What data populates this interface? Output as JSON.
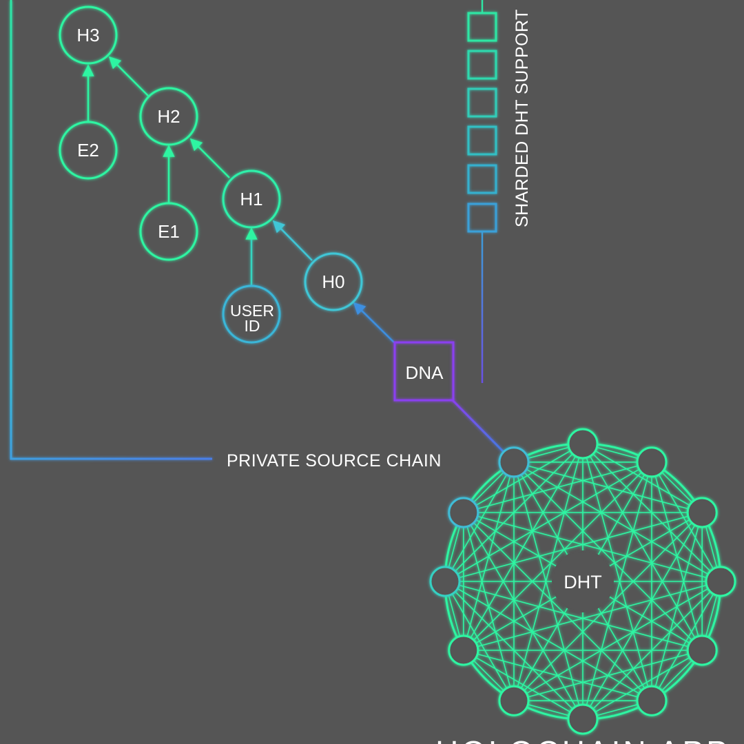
{
  "nodes": {
    "h3": "H3",
    "h2": "H2",
    "h1": "H1",
    "h0": "H0",
    "e2": "E2",
    "e1": "E1",
    "user_id_line1": "USER",
    "user_id_line2": "ID",
    "dna": "DNA",
    "dht": "DHT"
  },
  "labels": {
    "private_source_chain": "PRIVATE SOURCE CHAIN",
    "sharded_dht_support": "SHARDED DHT SUPPORT",
    "holochain_app": "HOLOCHAIN APP"
  },
  "colors": {
    "background": "#555555",
    "green": "#2ef5a2",
    "teal": "#3fc6d6",
    "blue": "#3d8fe0",
    "purple": "#8a3ff0",
    "text": "#ffffff"
  },
  "dht_peer_count": 12
}
